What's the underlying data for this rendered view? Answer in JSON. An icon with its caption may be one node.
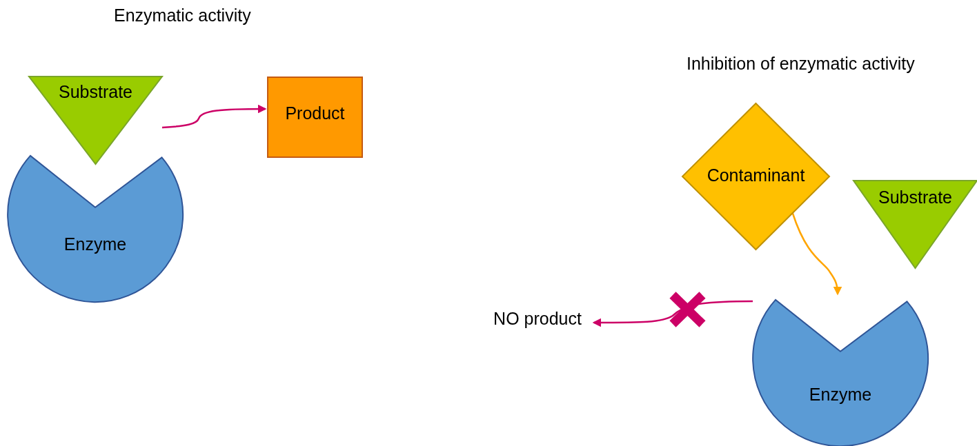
{
  "diagram": {
    "nodes": [
      {
        "text": [
          "Substrate"
        ]
      },
      {
        "text": [
          "Enzyme"
        ]
      },
      {
        "text": [
          "Product"
        ]
      },
      {
        "text": [
          "Contaminant"
        ]
      },
      {
        "text": [
          "Substrate"
        ]
      },
      {
        "text": [
          "Enzyme"
        ]
      },
      {
        "text": [
          "NO product"
        ]
      }
    ],
    "edges": [
      {
        "from": 0,
        "to": 2,
        "arrow": "to",
        "color": "#cc0066"
      },
      {
        "from": 3,
        "to": 5,
        "arrow": "to",
        "color": "#ffa500"
      },
      {
        "from": 5,
        "to": 6,
        "arrow": "to",
        "color": "#cc0066"
      }
    ],
    "labels": [
      "Enzymatic activity",
      "Inhibition of enzymatic activity"
    ]
  }
}
